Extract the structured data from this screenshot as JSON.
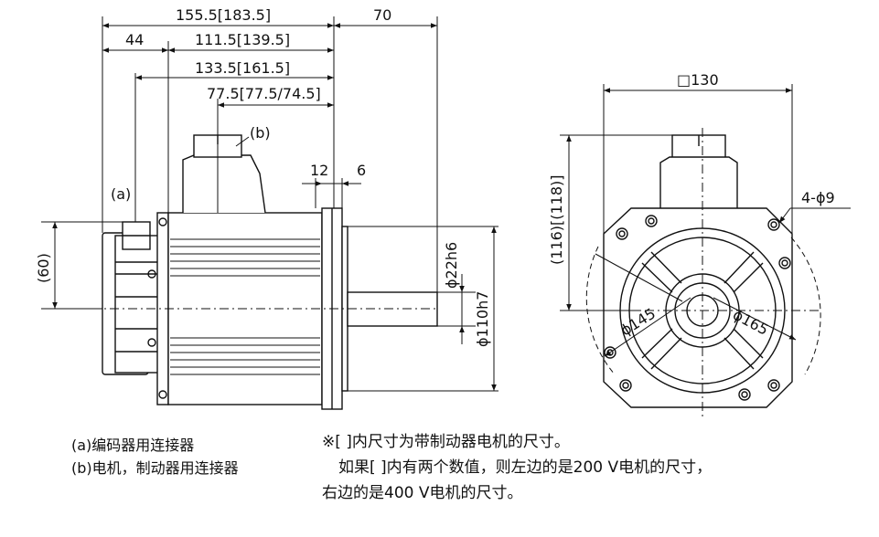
{
  "dimensions": {
    "overall_length": "155.5[183.5]",
    "shaft_length": "70",
    "flange_offset": "44",
    "body_length": "111.5[139.5]",
    "length_a": "133.5[161.5]",
    "length_b": "77.5[77.5/74.5]",
    "flange_thickness": "12",
    "spigot_depth": "6",
    "connector_height": "(60)",
    "shaft_diameter": "ϕ22h6",
    "spigot_diameter": "ϕ110h7",
    "square_size": "□130",
    "height_front": "(116)[(118)]",
    "holes": "4-ϕ9",
    "pcd_inner": "ϕ145",
    "pcd_outer": "ϕ165"
  },
  "labels": {
    "a": "(a)",
    "b": "(b)"
  },
  "notes": {
    "legend_a": "(a)编码器用连接器",
    "legend_b": "(b)电机，制动器用连接器",
    "note_line1": "※[ ]内尺寸为带制动器电机的尺寸。",
    "note_line2": "如果[ ]内有两个数值，则左边的是200 V电机的尺寸，",
    "note_line3": "右边的是400 V电机的尺寸。"
  }
}
